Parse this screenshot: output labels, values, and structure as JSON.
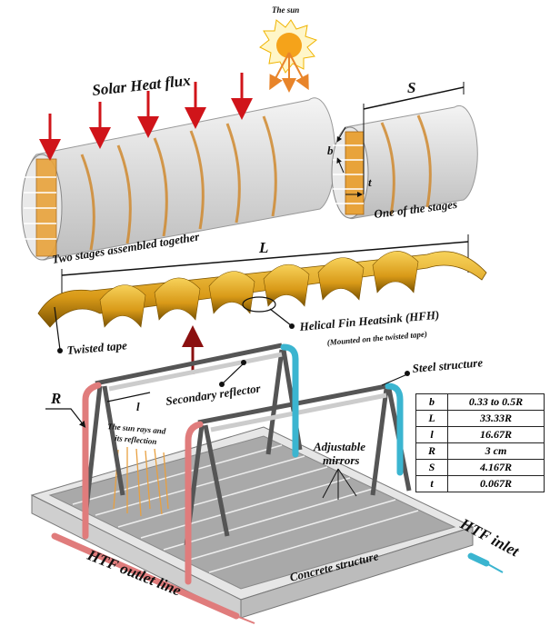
{
  "labels": {
    "sun": "The sun",
    "solar_heat_flux": "Solar Heat flux",
    "two_stages": "Two stages assembled together",
    "one_stage": "One of the stages",
    "S": "S",
    "b": "b",
    "t": "t",
    "L": "L",
    "hfh": "Helical Fin Heatsink (HFH)",
    "hfh_note": "(Mounted on the twisted tape)",
    "twisted_tape": "Twisted tape",
    "steel_structure": "Steel structure",
    "R": "R",
    "l": "l",
    "secondary_reflector": "Secondary reflector",
    "sun_rays_1": "The sun rays and",
    "sun_rays_2": "its reflection",
    "adjustable_1": "Adjustable",
    "adjustable_2": "mirrors",
    "concrete": "Concrete structure",
    "htf_inlet": "HTF inlet",
    "htf_outlet": "HTF outlet line"
  },
  "parameters": [
    {
      "symbol": "b",
      "value": "0.33 to 0.5R"
    },
    {
      "symbol": "L",
      "value": "33.33R"
    },
    {
      "symbol": "l",
      "value": "16.67R"
    },
    {
      "symbol": "R",
      "value": "3 cm"
    },
    {
      "symbol": "S",
      "value": "4.167R"
    },
    {
      "symbol": "t",
      "value": "0.067R"
    }
  ],
  "colors": {
    "fin": "#e8a33a",
    "arrow": "#d0141a",
    "outlet": "#e07c7c",
    "inlet": "#3bb5d0",
    "steel": "#555555"
  }
}
